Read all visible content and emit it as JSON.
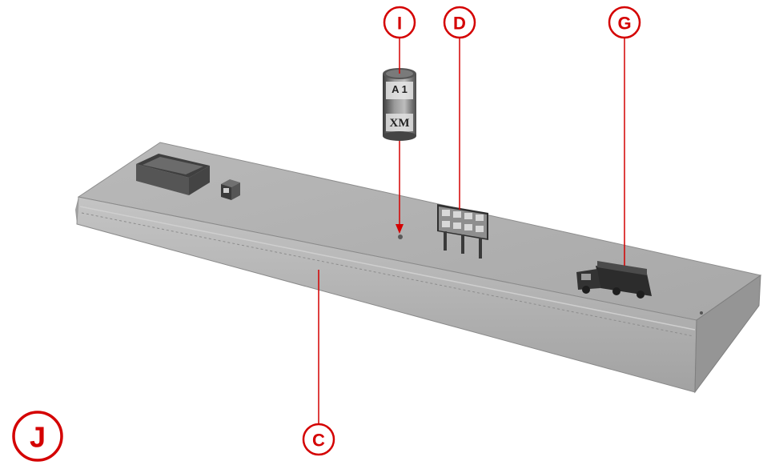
{
  "figure": {
    "background": "#ffffff",
    "accent_color": "#d40000",
    "callouts": {
      "I": "I",
      "D": "D",
      "G": "G",
      "C": "C",
      "J": "J"
    },
    "can_label_top": "A 1",
    "can_label_bottom": "XM"
  }
}
